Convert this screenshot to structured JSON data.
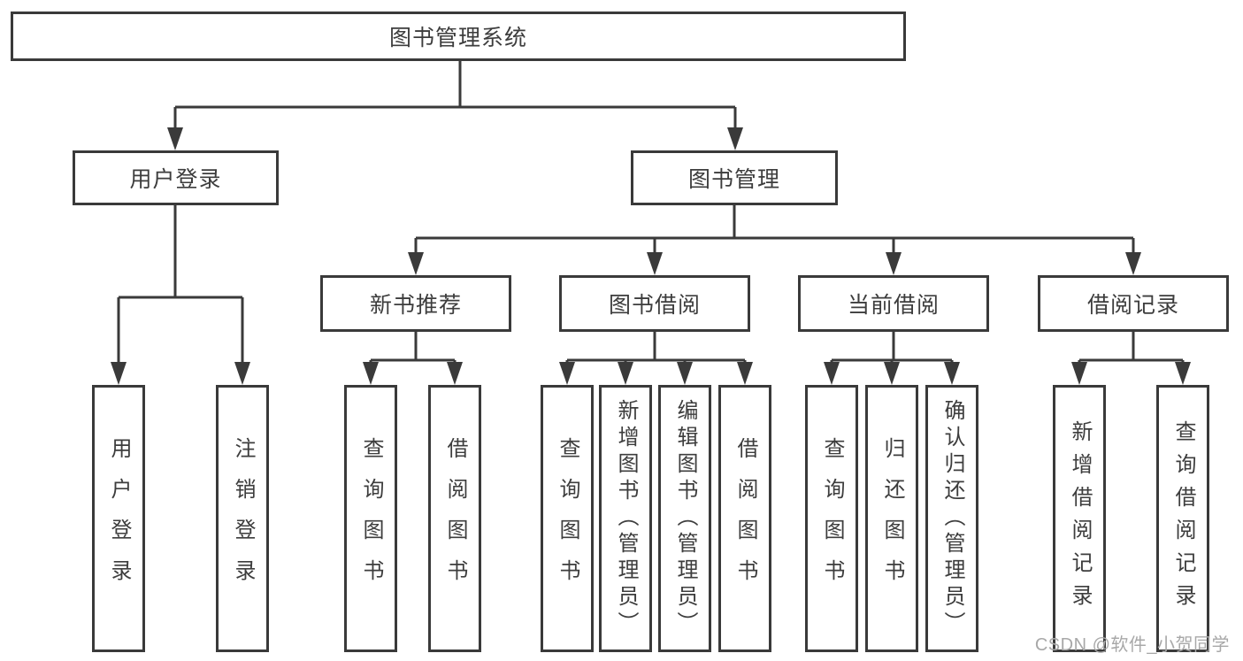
{
  "diagram": {
    "root": {
      "label": "图书管理系统"
    },
    "level2": [
      {
        "label": "用户登录"
      },
      {
        "label": "图书管理"
      }
    ],
    "level3": [
      {
        "label": "新书推荐"
      },
      {
        "label": "图书借阅"
      },
      {
        "label": "当前借阅"
      },
      {
        "label": "借阅记录"
      }
    ],
    "leaves": {
      "user_login": [
        "用户登录",
        "注销登录"
      ],
      "new_book": [
        "查询图书",
        "借阅图书"
      ],
      "book_borrow": [
        "查询图书",
        "新增图书（管理员）",
        "编辑图书（管理员）",
        "借阅图书"
      ],
      "current_borrow": [
        "查询图书",
        "归还图书",
        "确认归还（管理员）"
      ],
      "borrow_record": [
        "新增借阅记录",
        "查询借阅记录"
      ]
    }
  },
  "watermark": {
    "text": "CSDN @软件_小贺同学"
  },
  "colors": {
    "line": "#3a3a3a",
    "text": "#3d3d3d",
    "background": "#ffffff",
    "watermark": "#a8a8a8"
  }
}
